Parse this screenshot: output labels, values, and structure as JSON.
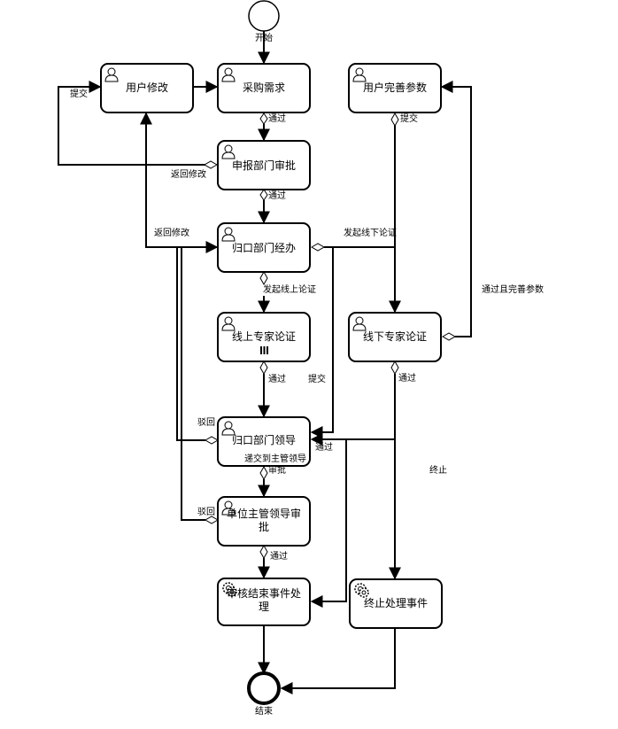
{
  "events": {
    "start": "开始",
    "end": "结束"
  },
  "tasks": {
    "purchase_request": "采购需求",
    "user_modify": "用户修改",
    "user_complete_params": "用户完善参数",
    "dept_approval": "申报部门审批",
    "central_dept_handle": "归口部门经办",
    "online_expert_review": "线上专家论证",
    "offline_expert_review": "线下专家论证",
    "central_dept_leader": "归口部门领导",
    "unit_leader_approval_line1": "单位主管领导审",
    "unit_leader_approval_line2": "批",
    "audit_end_event_line1": "审核结束事件处",
    "audit_end_event_line2": "理",
    "terminate_event": "终止处理事件"
  },
  "flow_labels": {
    "pass_1": "通过",
    "pass_2": "通过",
    "submit_left": "提交",
    "submit_right": "提交",
    "return_modify_1": "返回修改",
    "return_modify_2": "返回修改",
    "start_offline_review": "发起线下论证",
    "start_online_review": "发起线上论证",
    "pass_after_complete_params": "通过且完善参数",
    "pass_online": "通过",
    "submit_middle": "提交",
    "pass_offline": "通过",
    "reject_1": "驳回",
    "pass_leader": "通过",
    "submit_to_leader": "递交到主管领导",
    "approve": "审批",
    "terminate": "终止",
    "reject_2": "驳回",
    "pass_final": "通过"
  }
}
